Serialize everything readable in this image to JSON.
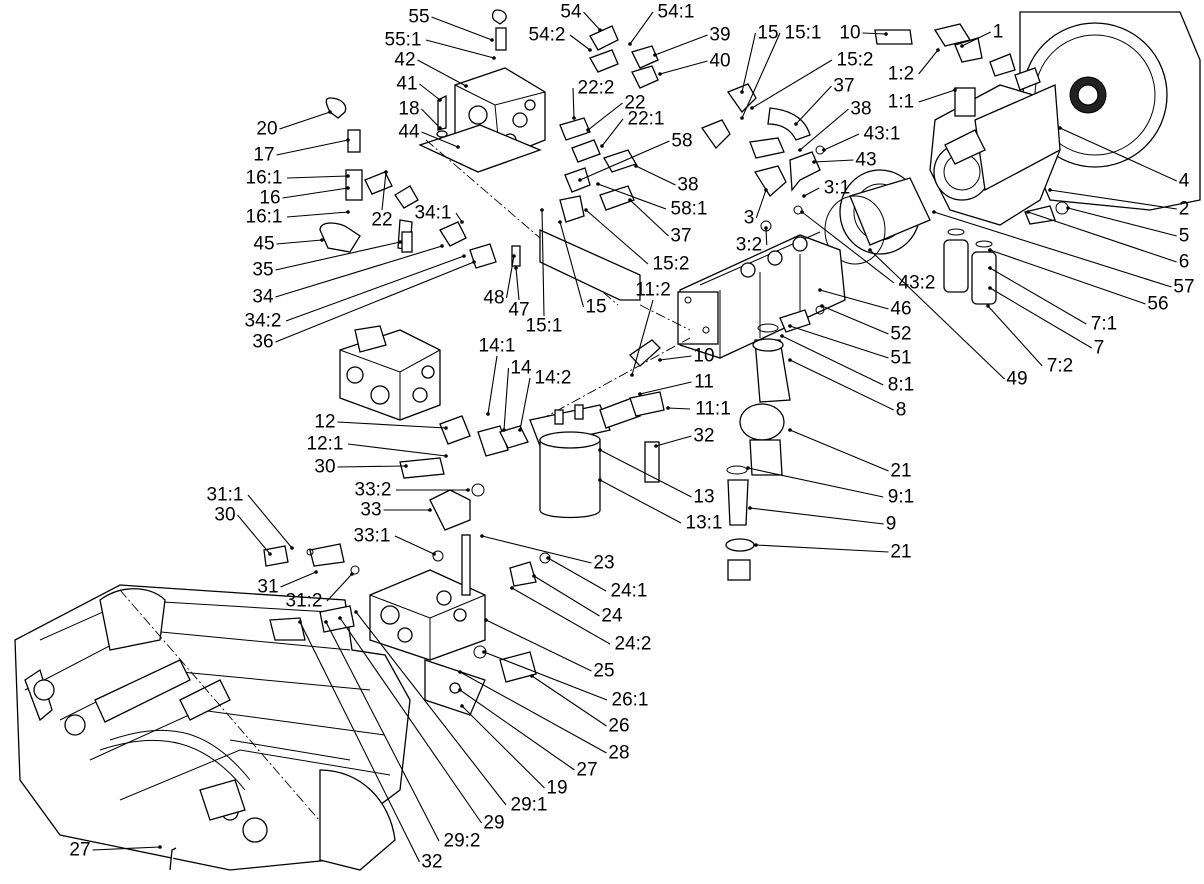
{
  "labels": [
    {
      "id": "55",
      "text": "55"
    },
    {
      "id": "55_1",
      "text": "55:1"
    },
    {
      "id": "42",
      "text": "42"
    },
    {
      "id": "41",
      "text": "41"
    },
    {
      "id": "18",
      "text": "18"
    },
    {
      "id": "20",
      "text": "20"
    },
    {
      "id": "44",
      "text": "44"
    },
    {
      "id": "17",
      "text": "17"
    },
    {
      "id": "16_1a",
      "text": "16:1"
    },
    {
      "id": "16",
      "text": "16"
    },
    {
      "id": "16_1b",
      "text": "16:1"
    },
    {
      "id": "45",
      "text": "45"
    },
    {
      "id": "22a",
      "text": "22"
    },
    {
      "id": "34_1",
      "text": "34:1"
    },
    {
      "id": "35",
      "text": "35"
    },
    {
      "id": "34",
      "text": "34"
    },
    {
      "id": "34_2",
      "text": "34:2"
    },
    {
      "id": "36",
      "text": "36"
    },
    {
      "id": "48",
      "text": "48"
    },
    {
      "id": "47",
      "text": "47"
    },
    {
      "id": "54",
      "text": "54"
    },
    {
      "id": "54_1",
      "text": "54:1"
    },
    {
      "id": "54_2",
      "text": "54:2"
    },
    {
      "id": "39",
      "text": "39"
    },
    {
      "id": "40",
      "text": "40"
    },
    {
      "id": "22_2",
      "text": "22:2"
    },
    {
      "id": "22b",
      "text": "22"
    },
    {
      "id": "22_1",
      "text": "22:1"
    },
    {
      "id": "58",
      "text": "58"
    },
    {
      "id": "38a",
      "text": "38"
    },
    {
      "id": "58_1",
      "text": "58:1"
    },
    {
      "id": "37a",
      "text": "37"
    },
    {
      "id": "15_2a",
      "text": "15:2"
    },
    {
      "id": "15a",
      "text": "15"
    },
    {
      "id": "15_1a",
      "text": "15:1"
    },
    {
      "id": "15b",
      "text": "15"
    },
    {
      "id": "15_1b",
      "text": "15:1"
    },
    {
      "id": "15_2b",
      "text": "15:2"
    },
    {
      "id": "37b",
      "text": "37"
    },
    {
      "id": "38b",
      "text": "38"
    },
    {
      "id": "43_1",
      "text": "43:1"
    },
    {
      "id": "43",
      "text": "43"
    },
    {
      "id": "3_1",
      "text": "3:1"
    },
    {
      "id": "3",
      "text": "3"
    },
    {
      "id": "3_2",
      "text": "3:2"
    },
    {
      "id": "10a",
      "text": "10"
    },
    {
      "id": "1",
      "text": "1"
    },
    {
      "id": "1_2",
      "text": "1:2"
    },
    {
      "id": "1_1",
      "text": "1:1"
    },
    {
      "id": "4",
      "text": "4"
    },
    {
      "id": "2",
      "text": "2"
    },
    {
      "id": "5",
      "text": "5"
    },
    {
      "id": "6",
      "text": "6"
    },
    {
      "id": "57",
      "text": "57"
    },
    {
      "id": "56",
      "text": "56"
    },
    {
      "id": "7_1",
      "text": "7:1"
    },
    {
      "id": "7",
      "text": "7"
    },
    {
      "id": "7_2",
      "text": "7:2"
    },
    {
      "id": "49",
      "text": "49"
    },
    {
      "id": "43_2",
      "text": "43:2"
    },
    {
      "id": "46",
      "text": "46"
    },
    {
      "id": "52",
      "text": "52"
    },
    {
      "id": "51",
      "text": "51"
    },
    {
      "id": "8_1",
      "text": "8:1"
    },
    {
      "id": "8",
      "text": "8"
    },
    {
      "id": "21a",
      "text": "21"
    },
    {
      "id": "9_1",
      "text": "9:1"
    },
    {
      "id": "9",
      "text": "9"
    },
    {
      "id": "21b",
      "text": "21"
    },
    {
      "id": "11_2",
      "text": "11:2"
    },
    {
      "id": "10b",
      "text": "10"
    },
    {
      "id": "11",
      "text": "11"
    },
    {
      "id": "11_1",
      "text": "11:1"
    },
    {
      "id": "32a",
      "text": "32"
    },
    {
      "id": "13",
      "text": "13"
    },
    {
      "id": "13_1",
      "text": "13:1"
    },
    {
      "id": "14_1",
      "text": "14:1"
    },
    {
      "id": "14",
      "text": "14"
    },
    {
      "id": "14_2",
      "text": "14:2"
    },
    {
      "id": "12",
      "text": "12"
    },
    {
      "id": "12_1",
      "text": "12:1"
    },
    {
      "id": "30a",
      "text": "30"
    },
    {
      "id": "33_2",
      "text": "33:2"
    },
    {
      "id": "33",
      "text": "33"
    },
    {
      "id": "33_1",
      "text": "33:1"
    },
    {
      "id": "31_1",
      "text": "31:1"
    },
    {
      "id": "30b",
      "text": "30"
    },
    {
      "id": "31",
      "text": "31"
    },
    {
      "id": "31_2",
      "text": "31:2"
    },
    {
      "id": "23",
      "text": "23"
    },
    {
      "id": "24_1",
      "text": "24:1"
    },
    {
      "id": "24",
      "text": "24"
    },
    {
      "id": "24_2",
      "text": "24:2"
    },
    {
      "id": "25",
      "text": "25"
    },
    {
      "id": "26_1",
      "text": "26:1"
    },
    {
      "id": "26",
      "text": "26"
    },
    {
      "id": "28",
      "text": "28"
    },
    {
      "id": "27a",
      "text": "27"
    },
    {
      "id": "19",
      "text": "19"
    },
    {
      "id": "29_1",
      "text": "29:1"
    },
    {
      "id": "29",
      "text": "29"
    },
    {
      "id": "29_2",
      "text": "29:2"
    },
    {
      "id": "32b",
      "text": "32"
    },
    {
      "id": "27b",
      "text": "27"
    }
  ]
}
